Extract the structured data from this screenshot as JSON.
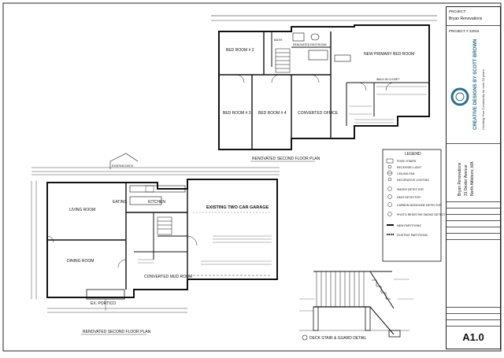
{
  "titleblock": {
    "project_label": "PROJECT:",
    "project_name": "Bryan Renovations",
    "project_number": "PROJECT # 22015",
    "firm_name": "CREATIVE DESIGNS BY SCOTT BROWN",
    "firm_tagline": "Creating Your Community for over 30 years",
    "client_name": "Bryan Renovations",
    "client_address": "31 Dexter Avenue",
    "client_town": "North Attleboro, MA",
    "sheet_number": "A1.0"
  },
  "second_floor": {
    "title": "RENOVATED SECOND FLOOR PLAN",
    "rooms": {
      "bedroom2": "BED ROOM # 2",
      "bedroom3": "BED ROOM # 3",
      "bedroom4": "BED ROOM # 4",
      "primary": "NEW PRIMARY BED ROOM",
      "office": "CONVERTED OFFICE",
      "bath": "BATH",
      "renovated_restroom": "RENOVATED RESTROOM",
      "walkin_closet": "WALK-IN CLOSET"
    }
  },
  "first_floor": {
    "title": "RENOVATED SECOND FLOOR PLAN",
    "rooms": {
      "living": "LIVING ROOM",
      "eating": "EATING",
      "kitchen": "KITCHEN",
      "dining": "DINING ROOM",
      "garage": "EXISTING TWO CAR GARAGE",
      "mudroom": "CONVERTED MUD ROOM",
      "portico": "EX. PORTICO",
      "existing_deck": "EXISTING DECK"
    }
  },
  "legend": {
    "title": "LEGEND",
    "items": [
      "FIXED STAIRS",
      "RECESSED LIGHT",
      "CEILING FAN",
      "DECORATIVE LIGHTING",
      "SMOKE DETECTOR",
      "HEAT DETECTOR",
      "CARBON MONOXIDE DETECTOR",
      "PHOTO RESISTIVE SMOKE DETECTOR",
      "NEW PARTITIONS",
      "EXISTING PARTITIONS"
    ]
  },
  "deck_detail": {
    "title": "DECK STAIR & GUARD DETAIL"
  }
}
